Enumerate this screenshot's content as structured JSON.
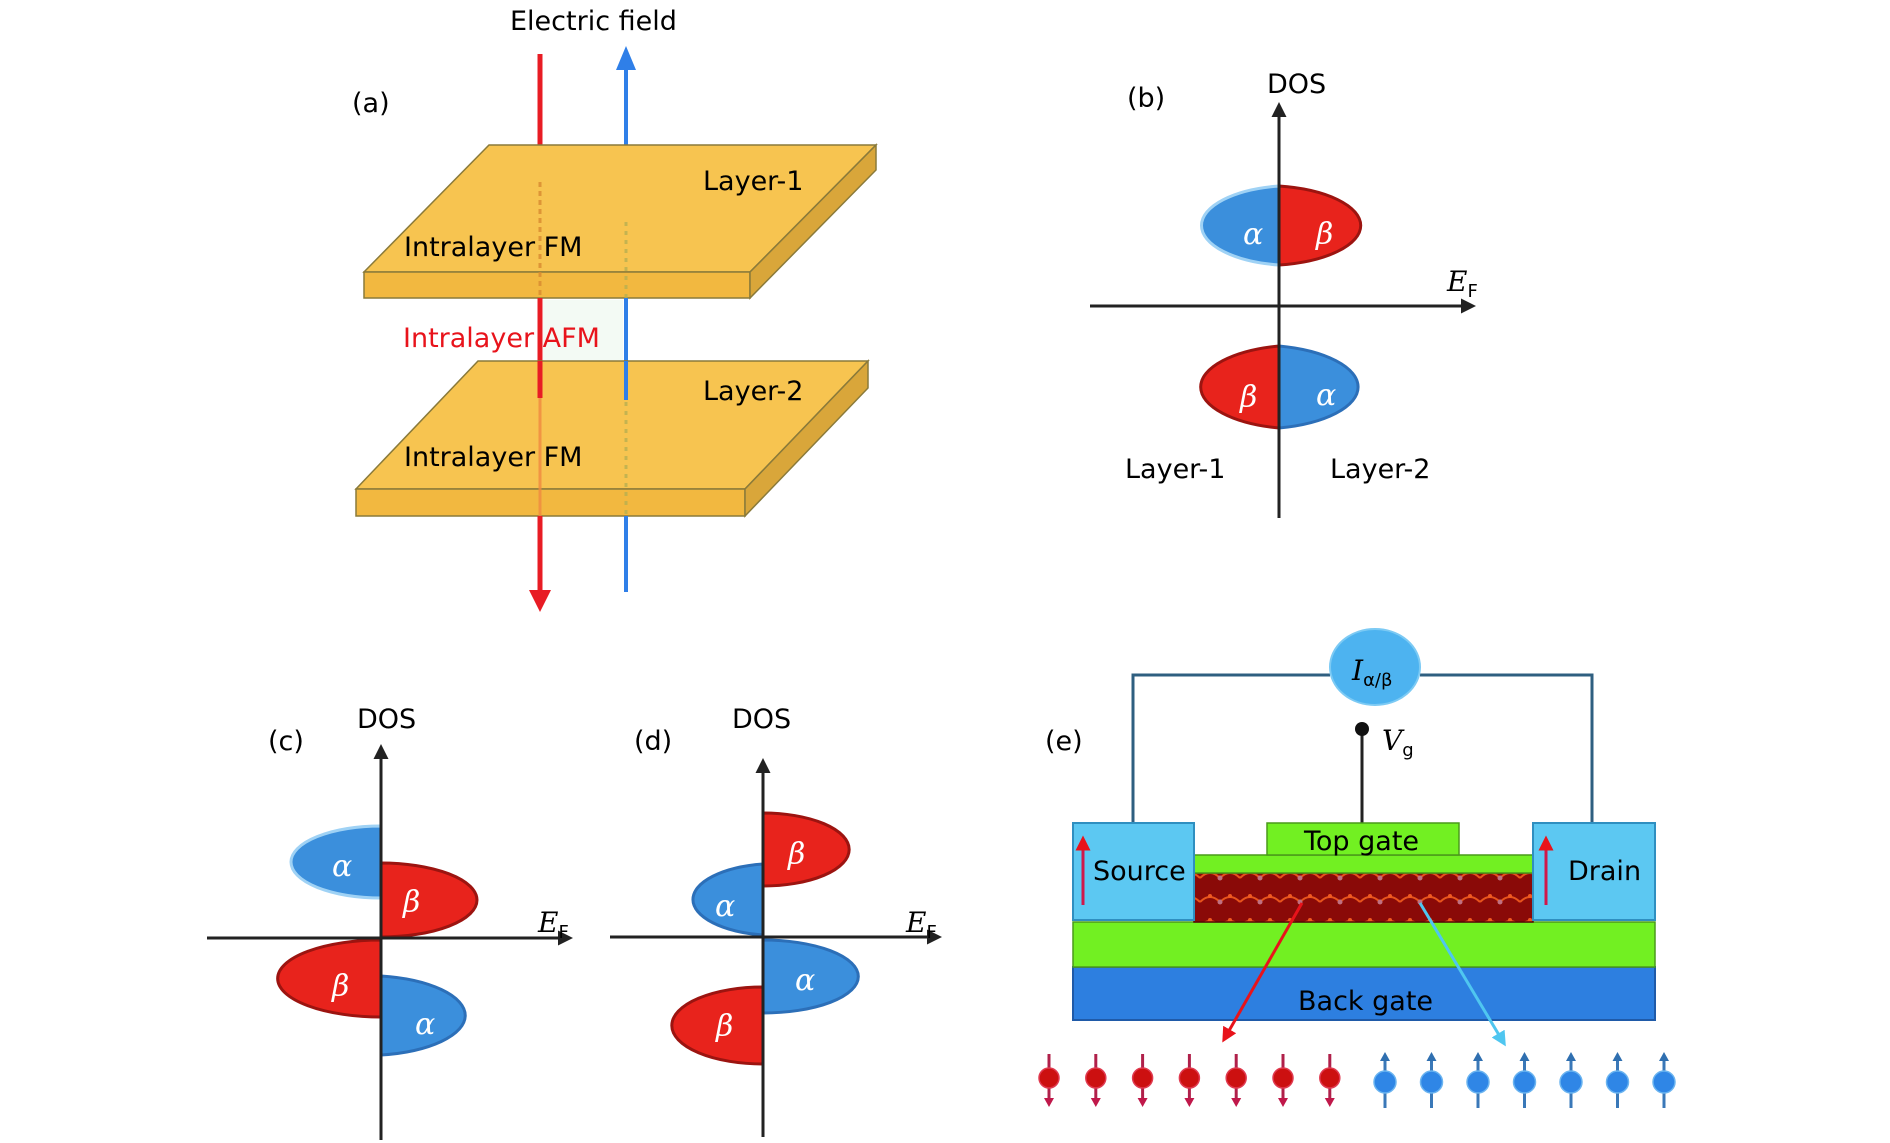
{
  "colors": {
    "layer_top": "#f7c450",
    "layer_front": "#f2b840",
    "layer_side": "#d9a63a",
    "layer_edge": "#8a7a3a",
    "red": "#e81c24",
    "blue": "#2f7fe8",
    "alpha_fill": "#3b8fdc",
    "beta_fill": "#e8231c",
    "beta_dark": "#9c1410",
    "axis": "#222222",
    "afm_text": "#e8131b",
    "electrode": "#5cc8f2",
    "green_layer": "#72f022",
    "back_gate": "#2d7fe0",
    "channel": "#8a0a08",
    "meter": "#4db3f0",
    "wire": "#2f5f80"
  },
  "panel_a": {
    "label": "(a)",
    "title": "Electric field",
    "layer1_label": "Layer-1",
    "layer2_label": "Layer-2",
    "layer1_fm": "Intralayer FM",
    "layer2_fm": "Intralayer FM",
    "afm_label": "Intralayer AFM"
  },
  "panel_b": {
    "label": "(b)",
    "y_axis": "DOS",
    "x_axis_main": "E",
    "x_axis_sub": "F",
    "lobes": [
      {
        "symbol": "α",
        "spin": "alpha",
        "side": "left",
        "position": "upper"
      },
      {
        "symbol": "β",
        "spin": "beta",
        "side": "right",
        "position": "upper"
      },
      {
        "symbol": "β",
        "spin": "beta",
        "side": "left",
        "position": "lower"
      },
      {
        "symbol": "α",
        "spin": "alpha",
        "side": "right",
        "position": "lower"
      }
    ],
    "left_label": "Layer-1",
    "right_label": "Layer-2"
  },
  "panel_c": {
    "label": "(c)",
    "y_axis": "DOS",
    "x_axis_main": "E",
    "x_axis_sub": "F",
    "lobes": [
      {
        "symbol": "α",
        "spin": "alpha",
        "side": "left"
      },
      {
        "symbol": "β",
        "spin": "beta",
        "side": "right"
      },
      {
        "symbol": "β",
        "spin": "beta",
        "side": "left"
      },
      {
        "symbol": "α",
        "spin": "alpha",
        "side": "right"
      }
    ]
  },
  "panel_d": {
    "label": "(d)",
    "y_axis": "DOS",
    "x_axis_main": "E",
    "x_axis_sub": "F",
    "lobes": [
      {
        "symbol": "β",
        "spin": "beta",
        "side": "right"
      },
      {
        "symbol": "α",
        "spin": "alpha",
        "side": "left"
      },
      {
        "symbol": "α",
        "spin": "alpha",
        "side": "right"
      },
      {
        "symbol": "β",
        "spin": "beta",
        "side": "left"
      }
    ]
  },
  "panel_e": {
    "label": "(e)",
    "meter_main": "I",
    "meter_sub": "α/β",
    "gate_voltage_main": "V",
    "gate_voltage_sub": "g",
    "top_gate": "Top gate",
    "source": "Source",
    "drain": "Drain",
    "back_gate": "Back gate",
    "spin_down_count": 7,
    "spin_up_count": 7
  }
}
